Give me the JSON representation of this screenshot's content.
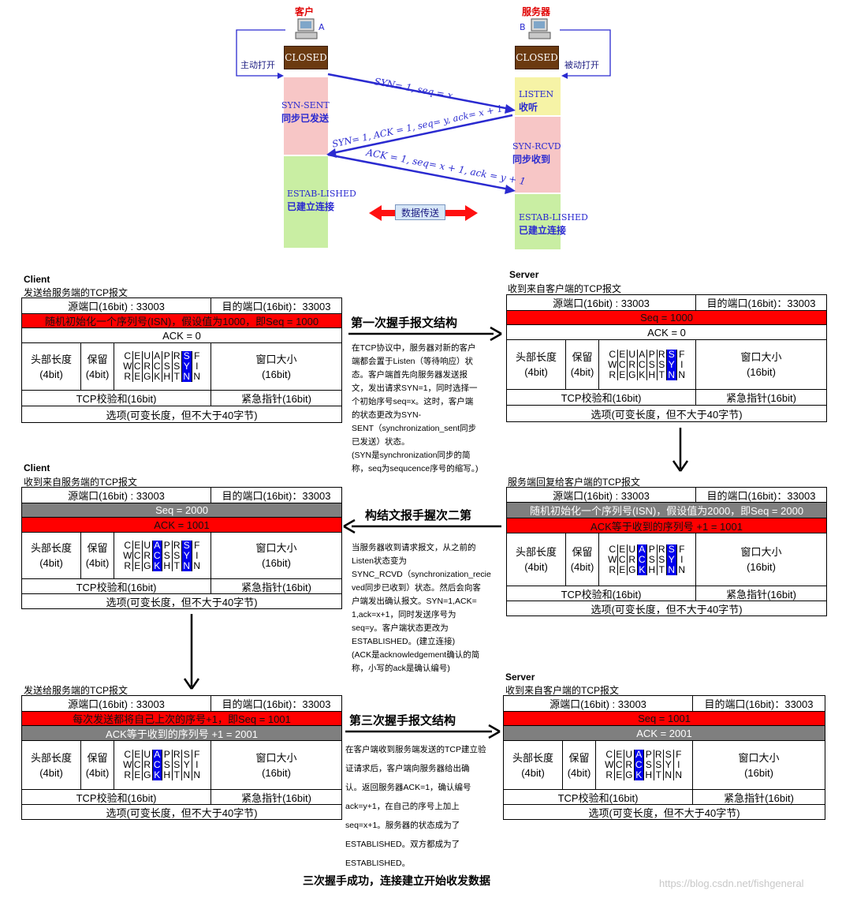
{
  "top": {
    "client_label": "客户",
    "server_label": "服务器",
    "client_letter": "A",
    "server_letter": "B",
    "client_closed": "CLOSED",
    "server_closed": "CLOSED",
    "active_open": "主动打开",
    "passive_open": "被动打开",
    "syn_sent_en": "SYN-SENT",
    "syn_sent_cn": "同步已发送",
    "listen_en": "LISTEN",
    "listen_cn": "收听",
    "syn_rcvd_en": "SYN-RCVD",
    "syn_rcvd_cn": "同步收到",
    "estab_client_en": "ESTAB-LISHED",
    "estab_client_cn": "已建立连接",
    "estab_server_en": "ESTAB-LISHED",
    "estab_server_cn": "已建立连接",
    "msg1": "SYN= 1, seq = x",
    "msg2": "SYN= 1, ACK = 1, seq= y, ack= x + 1",
    "msg3": "ACK = 1, seq= x + 1, ack = y + 1",
    "data_transfer": "数据传送",
    "colors": {
      "closed": "#6b3a10",
      "syn_sent": "#f7c6c6",
      "listen": "#f6f3a6",
      "syn_rcvd": "#f7c6c6",
      "established": "#c9eea3",
      "arrow": "#2a2ad0"
    }
  },
  "labels": {
    "client": "Client",
    "server": "Server",
    "c1_sub": "发送给服务端的TCP报文",
    "s1_sub": "收到来自客户端的TCP报文",
    "c2_sub": "收到来自服务端的TCP报文",
    "s2_sub": "服务端回复给客户端的TCP报文",
    "c3_sub": "发送给服务端的TCP报文",
    "s3_sub": "收到来自客户端的TCP报文"
  },
  "common": {
    "src_port": "源端口(16bit) : 33003",
    "dst_port": "目的端口(16bit)：33003",
    "header_len": "头部长度",
    "header_len_bits": "(4bit)",
    "reserved": "保留",
    "reserved_bits": "(4bit)",
    "window": "窗口大小",
    "window_bits": "(16bit)",
    "checksum": "TCP校验和(16bit)",
    "urgent": "紧急指针(16bit)",
    "options": "选项(可变长度，但不大于40字节)",
    "flags": [
      [
        "C",
        "W",
        "R"
      ],
      [
        "E",
        "C",
        "E"
      ],
      [
        "U",
        "R",
        "G"
      ],
      [
        "A",
        "C",
        "K"
      ],
      [
        "P",
        "S",
        "H"
      ],
      [
        "R",
        "S",
        "T"
      ],
      [
        "S",
        "Y",
        "N"
      ],
      [
        "F",
        "I",
        "N"
      ]
    ]
  },
  "tables": {
    "c1": {
      "seq": "随机初始化一个序列号(ISN)，假设值为1000，即Seq = 1000",
      "ack": "ACK = 0"
    },
    "s1": {
      "seq": "Seq = 1000",
      "ack": "ACK = 0"
    },
    "c2": {
      "seq": "Seq = 2000",
      "ack": "ACK = 1001"
    },
    "s2": {
      "seq": "随机初始化一个序列号(ISN)，假设值为2000，即Seq = 2000",
      "ack": "ACK等于收到的序列号 +1 = 1001"
    },
    "c3": {
      "seq": "每次发送都将自己上次的序号+1，即Seq = 1001",
      "ack": "ACK等于收到的序列号 +1 = 2001"
    },
    "s3": {
      "seq": "Seq = 1001",
      "ack": "ACK = 2001"
    }
  },
  "steps": {
    "h1": "第一次握手报文结构",
    "h2": "构结文报手握次二第",
    "h3": "第三次握手报文结构",
    "d1": "在TCP协议中，服务器对新的客户\n端都会置于Listen（等待响应）状\n态。客户端首先向服务器发送报\n文，发出请求SYN=1，同时选择一\n个初始序号seq=x。这时，客户端\n的状态更改为SYN-\nSENT（synchronization_sent同步\n已发送）状态。\n(SYN是synchronization同步的简\n称，seq为sequcence序号的缩写。)",
    "d2": "当服务器收到请求报文，从之前的\nListen状态变为\nSYNC_RCVD（synchronization_recie\nved同步已收到）状态。然后会向客\n户端发出确认报文。SYN=1,ACK=\n1,ack=x+1，同时发送序号为\nseq=y。客户端状态更改为\nESTABLISHED。(建立连接)\n(ACK是acknowledgement确认的简\n称，小写的ack是确认编号)",
    "d3": "在客户端收到服务端发送的TCP建立验\n证请求后，客户端向服务器给出确\n认。返回服务器ACK=1，确认编号\nack=y+1，在自己的序号上加上\nseq=x+1。服务器的状态成为了\nESTABLISHED。双方都成为了\nESTABLISHED。",
    "final": "三次握手成功，连接建立开始收发数据"
  },
  "watermark": "https://blog.csdn.net/fishgeneral"
}
